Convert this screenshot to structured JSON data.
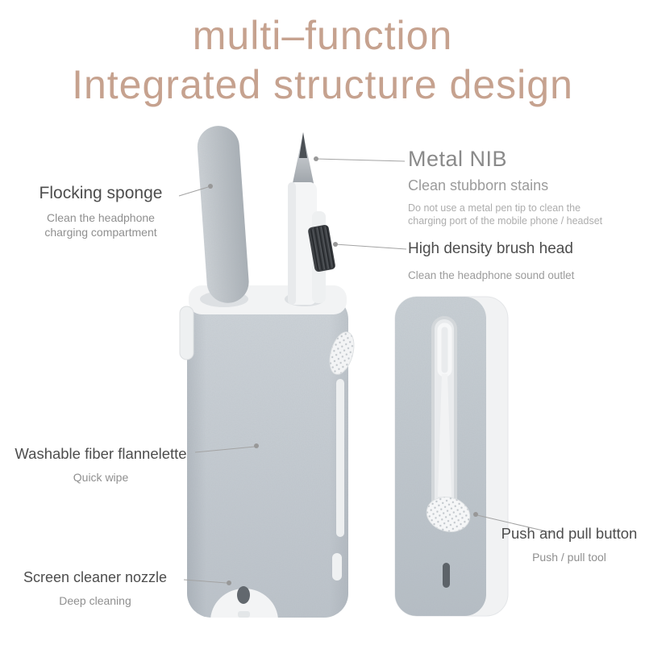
{
  "title": {
    "line1": "multi–function",
    "line2": "Integrated structure design"
  },
  "callouts": {
    "flocking_sponge": {
      "title": "Flocking sponge",
      "desc_line1": "Clean the headphone",
      "desc_line2": "charging compartment"
    },
    "metal_nib": {
      "title": "Metal NIB",
      "subtitle": "Clean stubborn stains",
      "note_line1": "Do not use a metal pen tip to clean the",
      "note_line2": "charging port of the mobile phone / headset"
    },
    "brush_head": {
      "title": "High density brush head",
      "desc": "Clean the headphone sound outlet"
    },
    "flannelette": {
      "title": "Washable fiber flannelette",
      "desc": "Quick wipe"
    },
    "nozzle": {
      "title": "Screen cleaner nozzle",
      "desc": "Deep cleaning"
    },
    "push_button": {
      "title": "Push and pull button",
      "desc": "Push / pull tool"
    }
  },
  "colors": {
    "accent_tan": "#c6a28f",
    "heading_gray": "#4d4d4d",
    "subtext_gray": "#8f8f8f",
    "note_gray": "#adadad",
    "nib_heading_gray": "#8a8a8a",
    "product_body_gray": "#c3cad1",
    "leader_line_gray": "#a3a3a3",
    "brush_dark": "#3e4145",
    "background": "#ffffff"
  }
}
